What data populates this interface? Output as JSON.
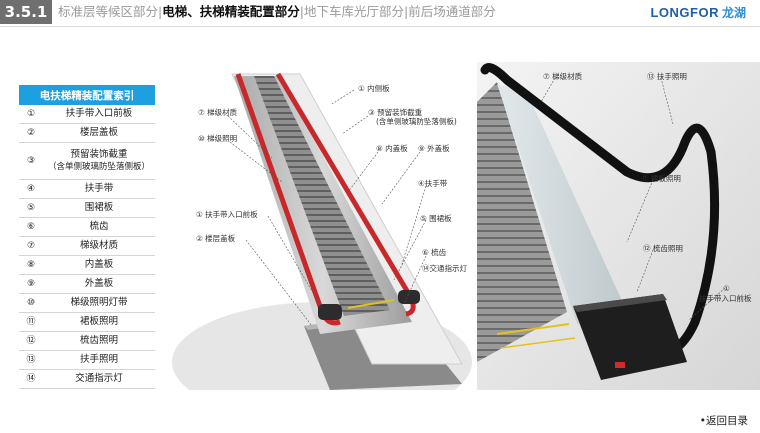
{
  "header": {
    "section": "3.5.1",
    "crumbs": [
      "标准层等候区部分",
      "电梯、扶梯精装配置部分",
      "地下车库光厅部分",
      "前后场通道部分"
    ],
    "active_index": 1,
    "separator": "|",
    "brand_en": "LONGFOR",
    "brand_cn": "龙湖"
  },
  "index_table": {
    "title": "电扶梯精装配置索引",
    "rows": [
      {
        "num": "①",
        "label": "扶手带入口前板"
      },
      {
        "num": "②",
        "label": "楼层盖板"
      },
      {
        "num": "③",
        "label": "预留装饰截重",
        "sub": "（含单侧玻璃防坠落侧板）"
      },
      {
        "num": "④",
        "label": "扶手带"
      },
      {
        "num": "⑤",
        "label": "围裙板"
      },
      {
        "num": "⑥",
        "label": "梳齿"
      },
      {
        "num": "⑦",
        "label": "梯级材质"
      },
      {
        "num": "⑧",
        "label": "内盖板"
      },
      {
        "num": "⑨",
        "label": "外盖板"
      },
      {
        "num": "⑩",
        "label": "梯级照明灯带"
      },
      {
        "num": "⑪",
        "label": "裙板照明"
      },
      {
        "num": "⑫",
        "label": "梳齿照明"
      },
      {
        "num": "⑬",
        "label": "扶手照明"
      },
      {
        "num": "⑭",
        "label": "交通指示灯"
      }
    ]
  },
  "image1_callouts": {
    "inner_panel": "① 内侧板",
    "reserved_1": "③ 预留装饰截重",
    "reserved_2": "(含单侧玻璃防坠落侧板)",
    "step_material": "⑦ 梯级材质",
    "step_lighting": "⑩ 梯级照明",
    "inner_cover": "⑧ 内盖板",
    "outer_cover": "⑨ 外盖板",
    "handrail": "④扶手带",
    "skirt": "⑤ 围裙板",
    "entry_front": "① 扶手带入口前板",
    "floor_cover": "② 楼层盖板",
    "comb": "⑥ 梳齿",
    "traffic_light": "⑭交通指示灯"
  },
  "image2_callouts": {
    "step_material": "⑦ 梯级材质",
    "handrail_light": "⑬ 扶手照明",
    "skirt_light": "⑪ 裙板照明",
    "comb_light": "⑫ 梳齿照明",
    "entry_front_num": "①",
    "entry_front": "扶手带入口前板"
  },
  "footer": {
    "back_link": "•返回目录"
  },
  "colors": {
    "table_header": "#1ea0e0",
    "handrail_red": "#c8282a",
    "brand": "#1d5fa8"
  }
}
